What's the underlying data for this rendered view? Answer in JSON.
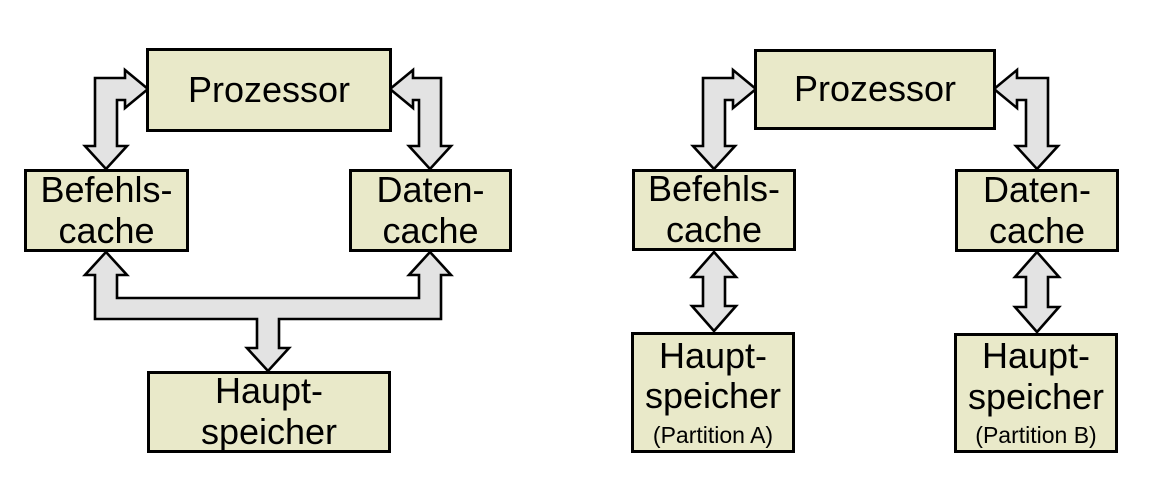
{
  "theme": {
    "background": "#ffffff",
    "box_fill": "#e9e9c9",
    "box_border": "#000000",
    "arrow_fill": "#e3e3e3",
    "arrow_border": "#000000",
    "text_color": "#000000"
  },
  "left_diagram": {
    "processor": "Prozessor",
    "instruction_cache": "Befehls-\ncache",
    "data_cache": "Daten-\ncache",
    "main_memory": "Haupt-\nspeicher"
  },
  "right_diagram": {
    "processor": "Prozessor",
    "instruction_cache": "Befehls-\ncache",
    "data_cache": "Daten-\ncache",
    "main_memory_a": "Haupt-\nspeicher",
    "main_memory_a_note": "(Partition A)",
    "main_memory_b": "Haupt-\nspeicher",
    "main_memory_b_note": "(Partition B)"
  }
}
